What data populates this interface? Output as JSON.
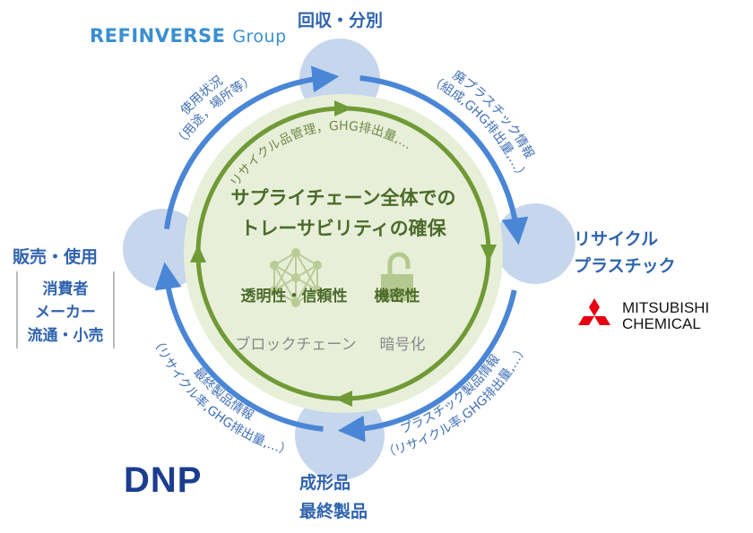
{
  "title": {
    "line1": "サプライチェーン全体での",
    "line2": "トレーサビリティの確保"
  },
  "nodes": {
    "top": "回収・分別",
    "right": [
      "リサイクル",
      "プラスチック"
    ],
    "bottom": [
      "成形品",
      "最終製品"
    ],
    "left": "販売・使用",
    "left_box": [
      "消費者",
      "メーカー",
      "流通・小売"
    ]
  },
  "flows": {
    "upper_left": [
      "使用状況",
      "（用途，場所等）"
    ],
    "upper_right": [
      "廃プラスチック情報",
      "（組成,GHG排出量,…）"
    ],
    "lower_right": [
      "プラスチック製品情報",
      "（リサイクル率,GHG排出量,…）"
    ],
    "lower_left": [
      "最終製品情報",
      "（リサイクル率,GHG排出量,…）"
    ],
    "inner": "リサイクル品管理，GHG排出量,…"
  },
  "features": [
    {
      "label": "透明性・信頼性",
      "tech": "ブロックチェーン",
      "icon": "network-icon"
    },
    {
      "label": "機密性",
      "tech": "暗号化",
      "icon": "lock-icon"
    }
  ],
  "logos": {
    "refinverse": "REFINVERSE",
    "refinverse_group": "Group",
    "mitsubishi": [
      "MITSUBISHI",
      "CHEMICAL"
    ],
    "dnp": "DNP"
  },
  "colors": {
    "blue": "#4a86d6",
    "green": "#6f9a35",
    "node": "#c6d6ec",
    "fill": "#e8efd9"
  }
}
